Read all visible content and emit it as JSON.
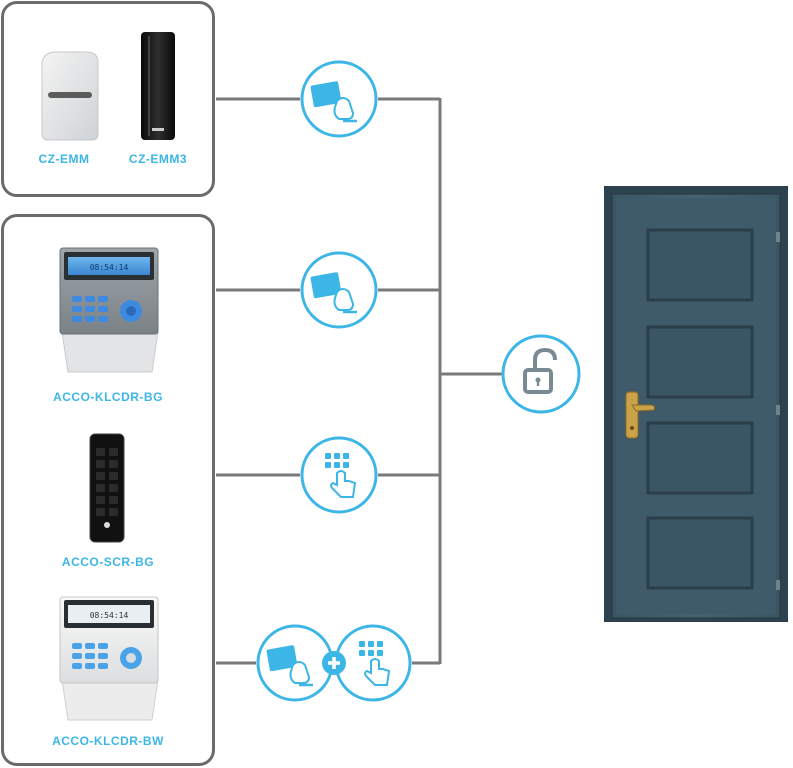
{
  "devices": {
    "cz_emm": {
      "label": "CZ-EMM"
    },
    "cz_emm3": {
      "label": "CZ-EMM3"
    },
    "acco_klcdr_bg": {
      "label": "ACCO-KLCDR-BG",
      "display_text": "08:54:14"
    },
    "acco_scr_bg": {
      "label": "ACCO-SCR-BG"
    },
    "acco_klcdr_bw": {
      "label": "ACCO-KLCDR-BW",
      "display_text": "08:54:14"
    }
  },
  "methods": [
    "proximity-card",
    "proximity-card",
    "keypad-code",
    "card-plus-code"
  ],
  "colors": {
    "accent": "#3cb6e6",
    "line": "#7a7a7a",
    "door": "#3d5966",
    "door_dark": "#2c434f",
    "handle": "#c9a24a"
  }
}
